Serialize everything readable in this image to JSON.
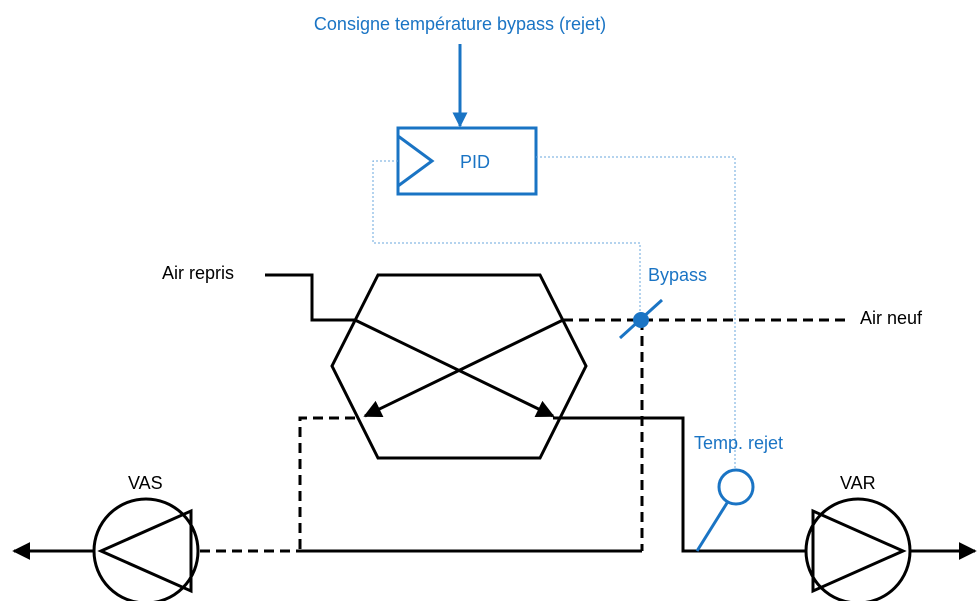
{
  "colors": {
    "line": "#000000",
    "control": "#1a74c4",
    "signal": "#6aa7dd",
    "background": "#ffffff"
  },
  "labels": {
    "setpoint": "Consigne température bypass (rejet)",
    "pid": "PID",
    "air_repris": "Air repris",
    "air_neuf": "Air neuf",
    "bypass": "Bypass",
    "temp_rejet": "Temp. rejet",
    "vas": "VAS",
    "var": "VAR"
  },
  "icons": {
    "heat_exchanger": "hexagon-crossflow-exchanger-icon",
    "bypass_damper": "damper-icon",
    "temperature_sensor": "temperature-sensor-icon",
    "supply_fan": "fan-icon",
    "extract_fan": "fan-icon"
  }
}
